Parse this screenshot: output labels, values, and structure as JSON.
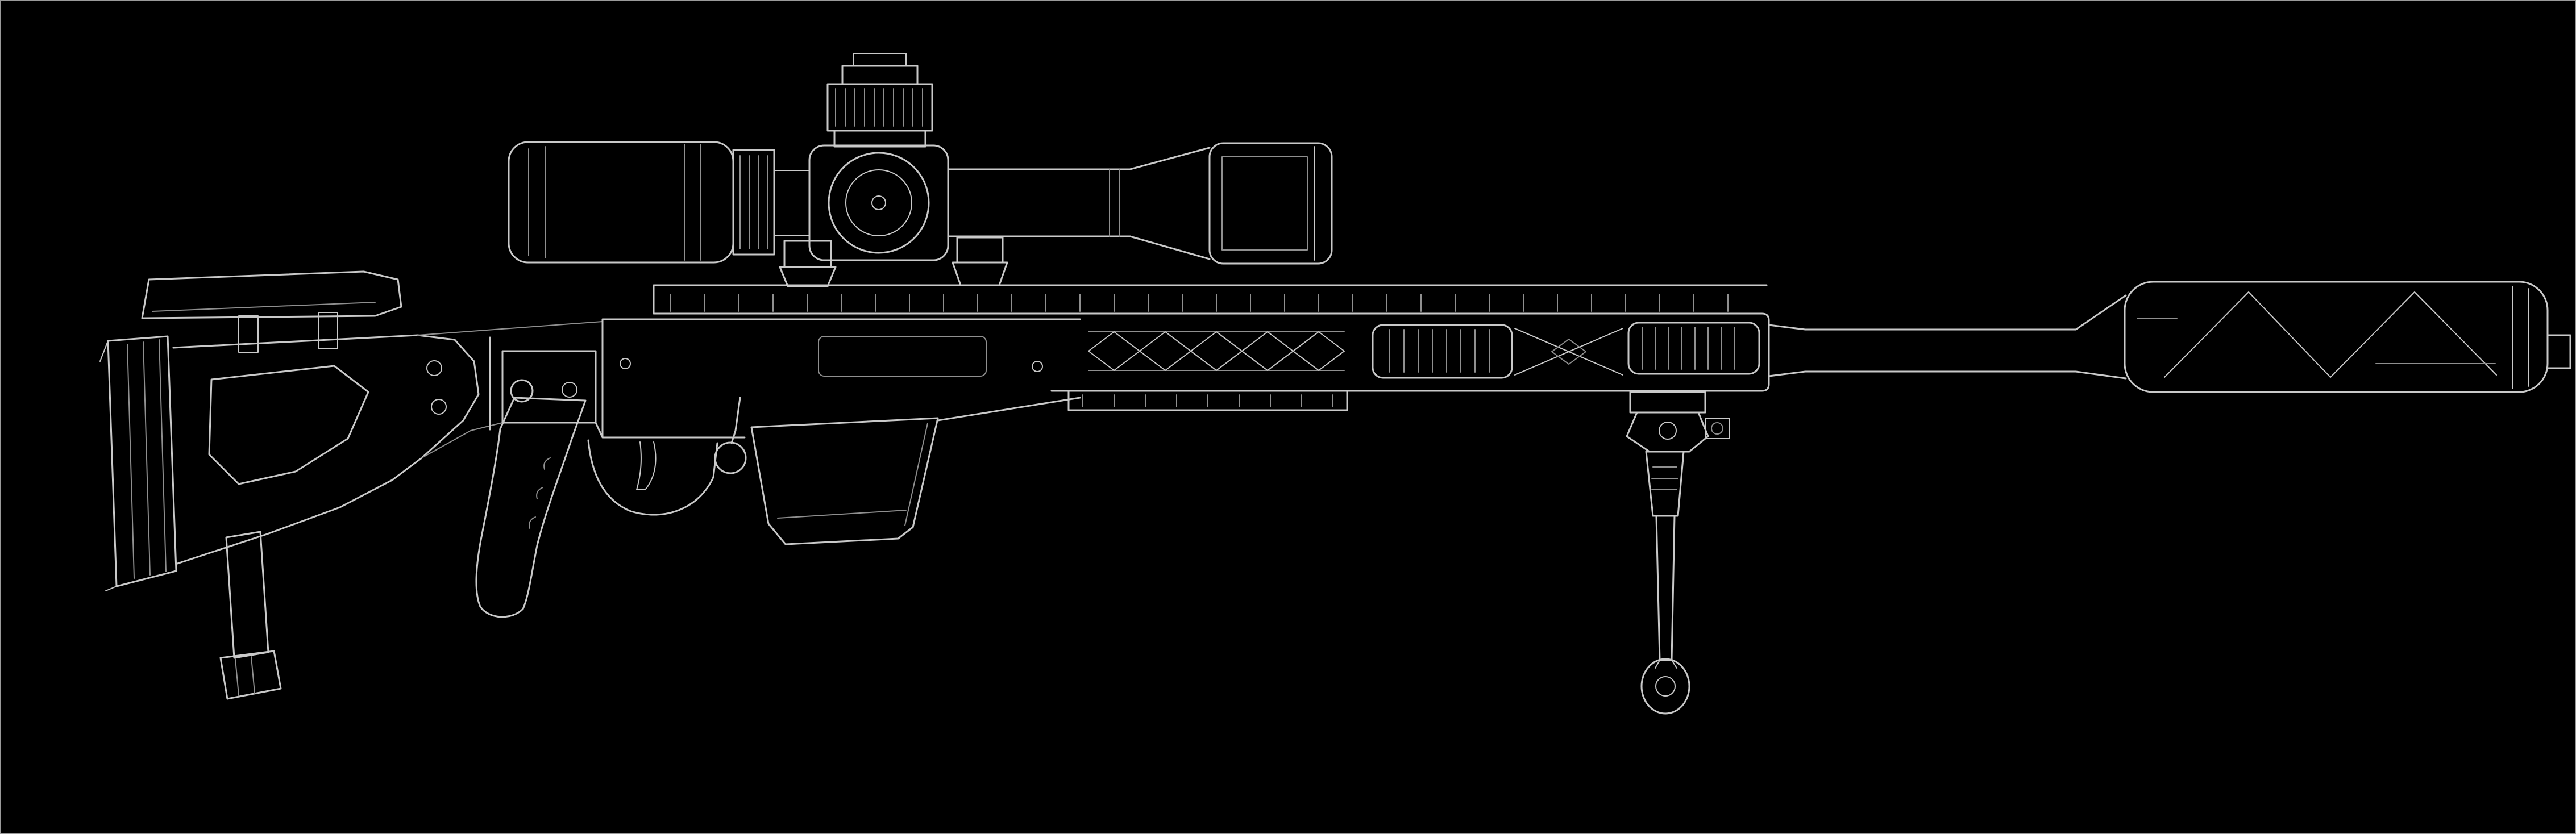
{
  "image": {
    "description": "White outline line-art drawing of a bolt-action precision sniper rifle, facing right, with adjustable skeleton buttstock, pistol grip, box magazine, telescopic scope with tall elevation turret and side parallax knob, long slotted handguard with picatinny top rail, deployed bipod with one extended leg, heavy barrel and a large cylindrical suppressor, on a solid black background"
  },
  "colors": {
    "background": "#000000",
    "line": "#c9c9c9",
    "line_dim": "#8f8f8f",
    "border": "#9a9a9a"
  },
  "parts": [
    "buttpad",
    "cheek-riser",
    "stock-frame",
    "rear-monopod",
    "stock-hinge",
    "pistol-grip",
    "trigger-guard",
    "trigger",
    "bolt-handle",
    "receiver",
    "ejection-port",
    "magazine",
    "top-rail",
    "scope-ocular",
    "scope-power-ring",
    "scope-saddle",
    "parallax-knob",
    "elevation-turret",
    "scope-tube",
    "scope-objective",
    "scope-mounts",
    "handguard",
    "handguard-slots",
    "lower-rail",
    "bipod",
    "bipod-foot",
    "barrel",
    "suppressor",
    "suppressor-latch"
  ]
}
